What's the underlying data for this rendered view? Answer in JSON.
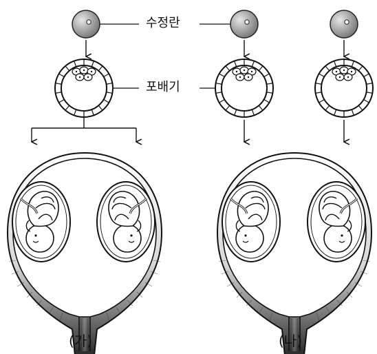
{
  "labels": {
    "zygote": "수정란",
    "blastocyst": "포배기"
  },
  "captions": {
    "left": "(가)",
    "right": "(나)"
  }
}
